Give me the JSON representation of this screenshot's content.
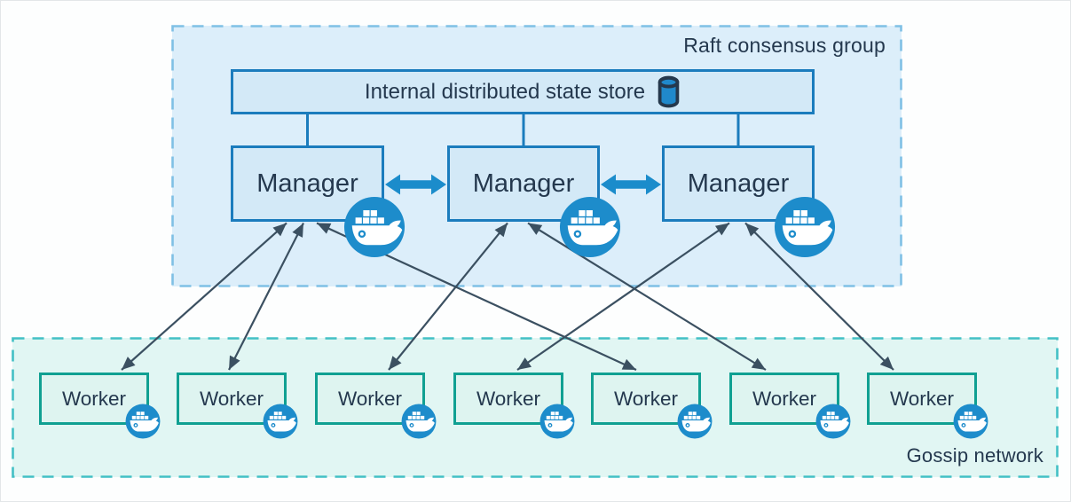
{
  "raft_group": {
    "label": "Raft consensus group",
    "state_store": {
      "label": "Internal distributed state store",
      "icon": "database-cylinder-icon"
    },
    "managers": [
      {
        "label": "Manager",
        "icon": "docker-whale-icon"
      },
      {
        "label": "Manager",
        "icon": "docker-whale-icon"
      },
      {
        "label": "Manager",
        "icon": "docker-whale-icon"
      }
    ]
  },
  "gossip_group": {
    "label": "Gossip network",
    "workers": [
      {
        "label": "Worker",
        "icon": "docker-whale-icon"
      },
      {
        "label": "Worker",
        "icon": "docker-whale-icon"
      },
      {
        "label": "Worker",
        "icon": "docker-whale-icon"
      },
      {
        "label": "Worker",
        "icon": "docker-whale-icon"
      },
      {
        "label": "Worker",
        "icon": "docker-whale-icon"
      },
      {
        "label": "Worker",
        "icon": "docker-whale-icon"
      },
      {
        "label": "Worker",
        "icon": "docker-whale-icon"
      }
    ]
  },
  "connections": {
    "manager_peer_links": [
      [
        0,
        1
      ],
      [
        1,
        2
      ]
    ],
    "manager_worker_links": [
      [
        0,
        0
      ],
      [
        0,
        1
      ],
      [
        0,
        4
      ],
      [
        1,
        2
      ],
      [
        1,
        5
      ],
      [
        2,
        3
      ],
      [
        2,
        6
      ]
    ]
  },
  "colors": {
    "node_border_blue": "#1b7cbd",
    "node_fill_blue": "#d3e9f7",
    "group_fill_blue": "#dceefa",
    "group_border_blue": "#7fc0e5",
    "thick_arrow_blue": "#1b8ccb",
    "docker_icon_blue": "#1d8ccb",
    "node_border_teal": "#10a092",
    "node_fill_teal": "#def4f0",
    "group_fill_teal": "#e1f6f3",
    "group_border_teal": "#43c0c5",
    "thin_arrow": "#3b5061",
    "text": "#24384e"
  }
}
